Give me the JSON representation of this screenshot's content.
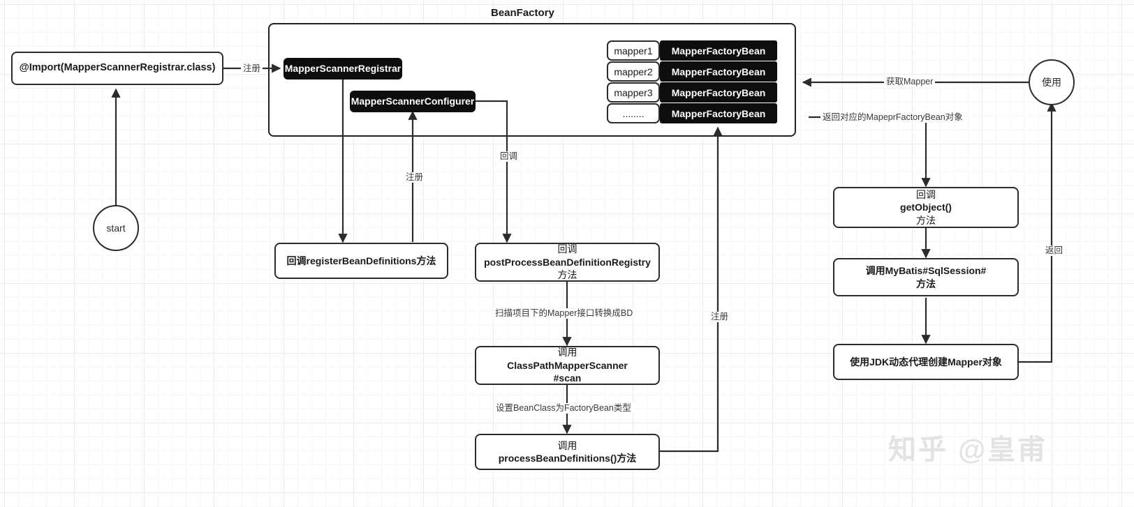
{
  "diagram": {
    "title": "BeanFactory",
    "watermark": "知乎 @皇甫"
  },
  "nodes": {
    "start": "start",
    "import": "@Import(MapperScannerRegistrar.class)",
    "mapper_scanner_registrar": "MapperScannerRegistrar",
    "mapper_scanner_configurer": "MapperScannerConfigurer",
    "register_bean_definitions": "回调registerBeanDefinitions方法",
    "post_process_line1": "回调",
    "post_process_line2": "postProcessBeanDefinitionRegistry",
    "post_process_line3": "方法",
    "classpath_scanner_line1": "调用",
    "classpath_scanner_line2": "ClassPathMapperScanner",
    "classpath_scanner_line3": "#scan",
    "process_bean_definitions_line1": "调用",
    "process_bean_definitions_line2": "processBeanDefinitions()方法",
    "get_object_line1": "回调",
    "get_object_line2": "getObject()",
    "get_object_line3": "方法",
    "sqlsession_line1": "调用MyBatis#SqlSession#",
    "sqlsession_line2": "方法",
    "jdk_proxy": "使用JDK动态代理创建Mapper对象",
    "use": "使用"
  },
  "registry_table": {
    "rows": [
      {
        "key": "mapper1",
        "value": "MapperFactoryBean"
      },
      {
        "key": "mapper2",
        "value": "MapperFactoryBean"
      },
      {
        "key": "mapper3",
        "value": "MapperFactoryBean"
      },
      {
        "key": "........",
        "value": "MapperFactoryBean"
      }
    ]
  },
  "edge_labels": {
    "register_import": "注册",
    "register_configurer": "注册",
    "callback": "回调",
    "scan_mappers": "扫描项目下的Mapper接口转换成BD",
    "set_beanclass": "设置BeanClass为FactoryBean类型",
    "register_bd": "注册",
    "get_mapper": "获取Mapper",
    "return_factorybean": "返回对应的MapeprFactoryBean对象",
    "return": "返回"
  },
  "colors": {
    "stroke": "#2b2b2b",
    "black_fill": "#0d0d0d",
    "grid": "#ececec",
    "label_text": "#3a3a3a",
    "watermark": "#e3e3e3"
  }
}
